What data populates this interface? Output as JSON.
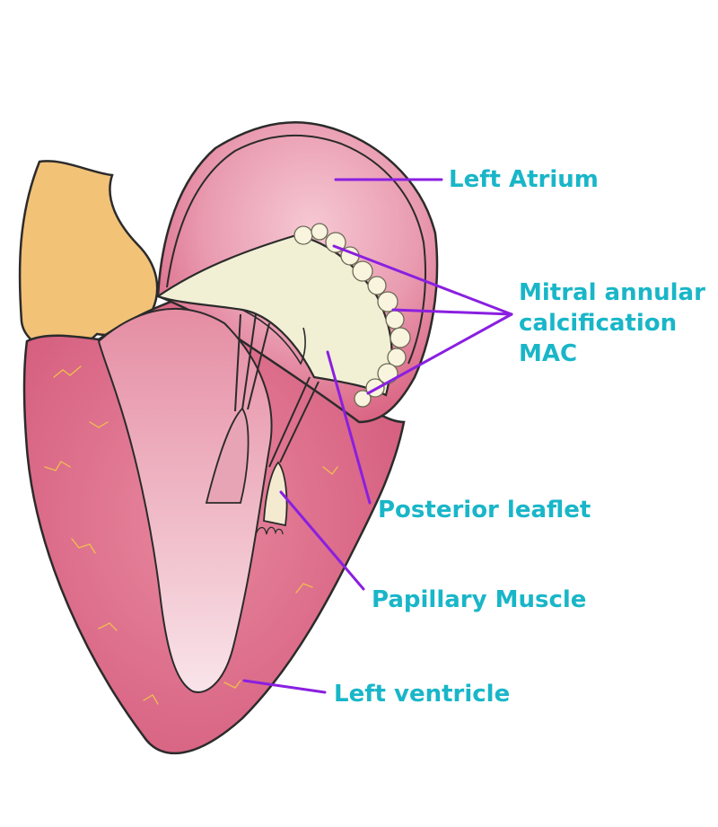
{
  "labels": {
    "left_atrium": "Left Atrium",
    "mac_line1": "Mitral annular",
    "mac_line2": "calcification",
    "mac_line3": "MAC",
    "posterior_leaflet": "Posterior leaflet",
    "papillary_muscle": "Papillary Muscle",
    "left_ventricle": "Left ventricle"
  },
  "colors": {
    "label_text": "#19b6c8",
    "leader_line": "#8a1fe0",
    "outline": "#2b2b2b",
    "atrium_fill": "#e48aa0",
    "ventricle_fill": "#d9607f",
    "cavity_fill": "#eeb7c3",
    "leaflet_fill": "#f1efd4",
    "calcification_fill": "#f7f3dc",
    "aorta_fill": "#f2c277",
    "vein_stroke": "#f0c04a"
  }
}
